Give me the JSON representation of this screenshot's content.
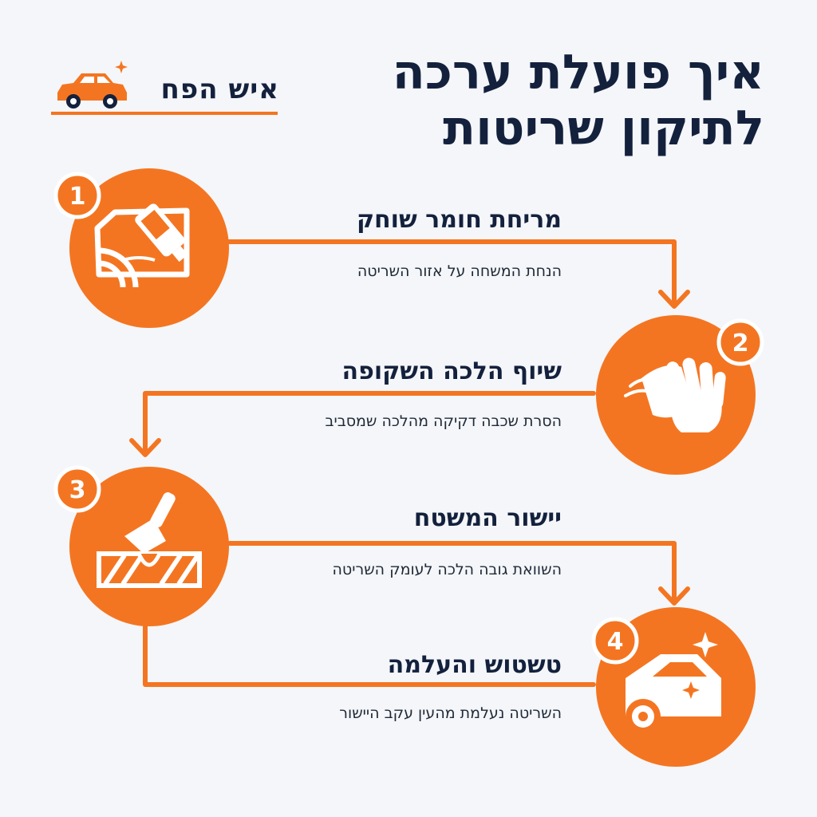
{
  "header": {
    "title_line1": "איך פועלת ערכה",
    "title_line2": "לתיקון שריטות",
    "logo_text": "איש הפח"
  },
  "colors": {
    "accent": "#f47521",
    "text": "#14213d",
    "background": "#f4f6f9"
  },
  "steps": [
    {
      "number": "1",
      "title": "מריחת חומר שוחק",
      "description": "הנחת המשחה על אזור השריטה",
      "icon": "paste-tube-on-car-door-icon"
    },
    {
      "number": "2",
      "title": "שיוף הלכה השקופה",
      "description": "הסרת שכבה דקיקה מהלכה שמסביב",
      "icon": "hand-with-cloth-icon"
    },
    {
      "number": "3",
      "title": "יישור המשטח",
      "description": "השוואת גובה הלכה לעומק השריטה",
      "icon": "scraper-leveling-icon"
    },
    {
      "number": "4",
      "title": "טשטוש והעלמה",
      "description": "השריטה נעלמת מהעין עקב היישור",
      "icon": "shiny-car-icon"
    }
  ]
}
